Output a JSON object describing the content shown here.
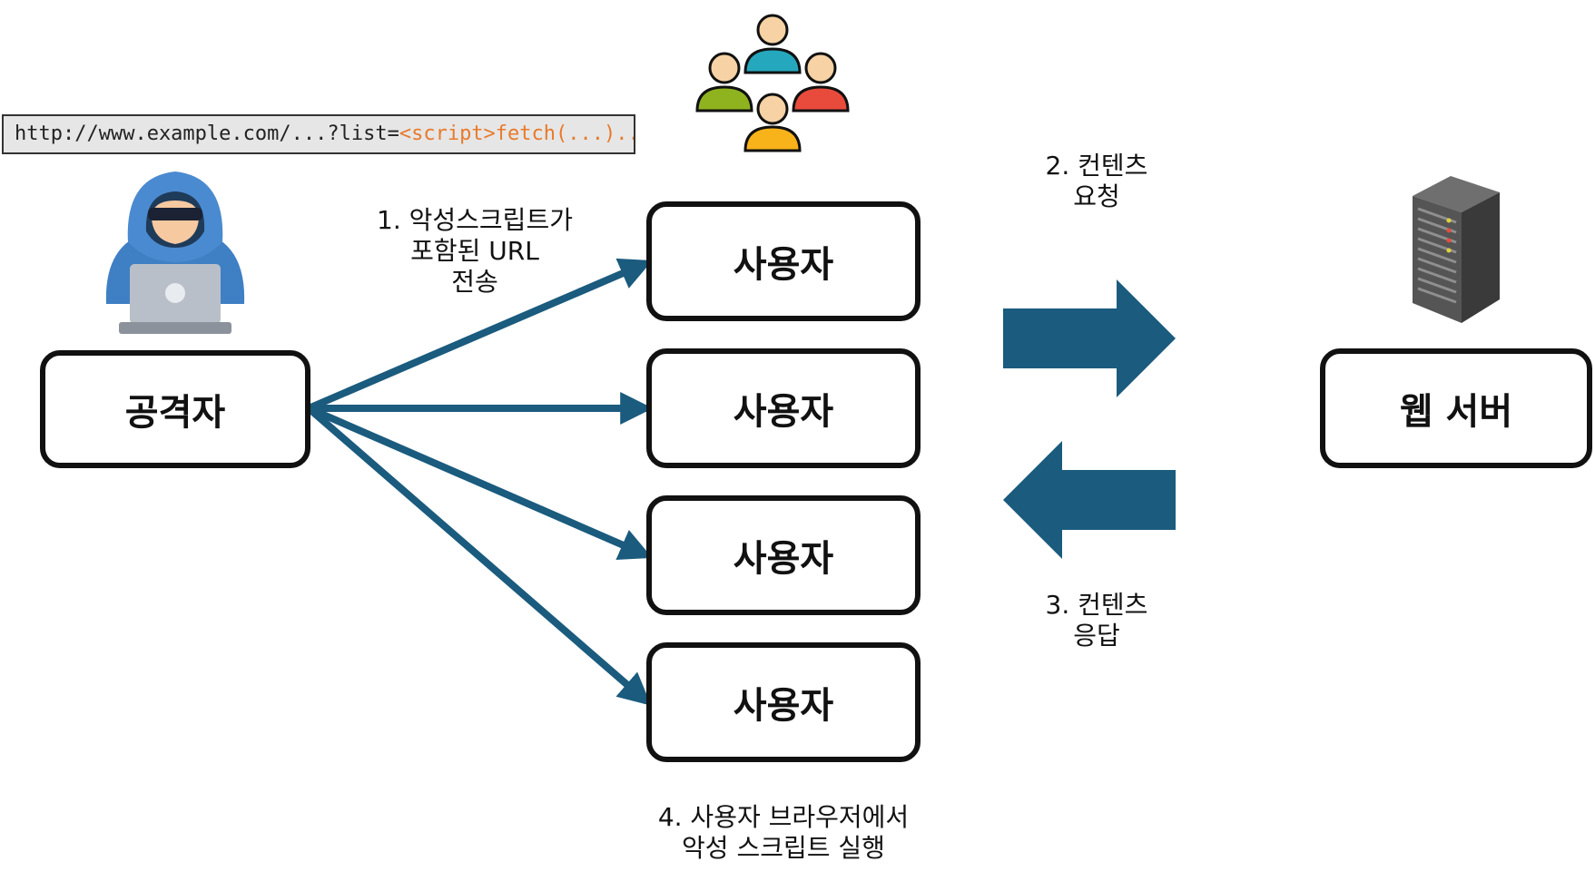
{
  "url_bar": {
    "plain": "http://www.example.com/...?list=",
    "script": "<script>fetch(...)..."
  },
  "nodes": {
    "attacker": "공격자",
    "users": [
      "사용자",
      "사용자",
      "사용자",
      "사용자"
    ],
    "web_server": "웹 서버"
  },
  "steps": {
    "step1": [
      "1. 악성스크립트가",
      "포함된 URL",
      "전송"
    ],
    "step2": [
      "2. 컨텐츠",
      "요청"
    ],
    "step3": [
      "3. 컨텐츠",
      "응답"
    ],
    "step4": [
      "4. 사용자 브라우저에서",
      "악성 스크립트 실행"
    ]
  },
  "icons": {
    "attacker": "hacker-with-laptop-icon",
    "users": "user-group-icon",
    "server": "server-rack-icon"
  },
  "colors": {
    "arrow": "#1a5b7e",
    "border": "#111111",
    "hood": "#3f7fc4",
    "script_text": "#e87a2c",
    "url_bg": "#e6e6e6"
  }
}
